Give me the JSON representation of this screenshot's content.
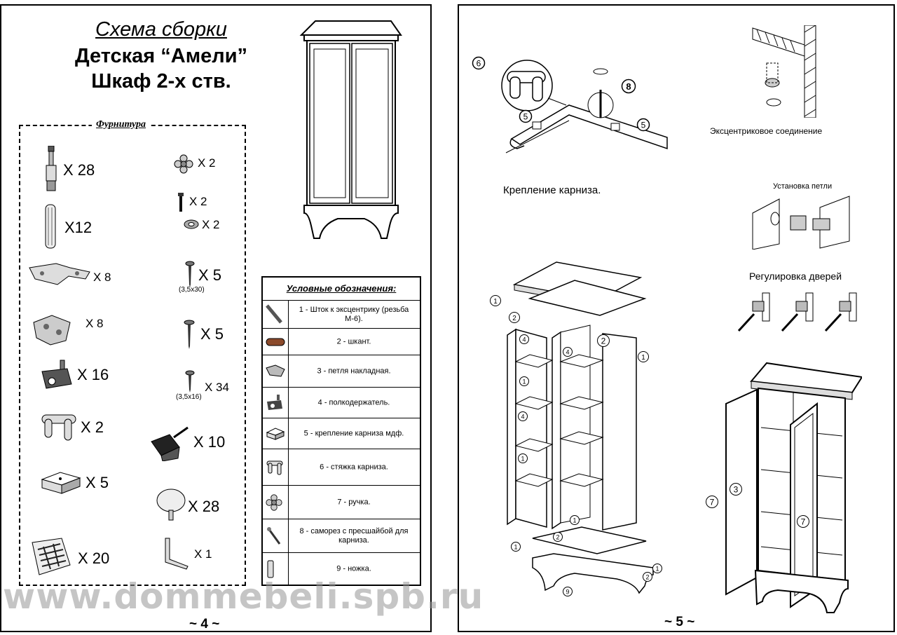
{
  "left_page": {
    "title_italic": "Схема сборки",
    "title_line2": "Детская “Амели”",
    "title_line3": "Шкаф 2-х ств.",
    "fittings_title": "Фурнитура",
    "fittings": [
      {
        "icon": "eccentric-stem-icon",
        "qty": "X 28"
      },
      {
        "icon": "dowel-icon",
        "qty": "X12"
      },
      {
        "icon": "overlay-hinge-icon",
        "qty": "X 8"
      },
      {
        "icon": "hinge-plate-icon",
        "qty": "X 8"
      },
      {
        "icon": "shelf-support-icon",
        "qty": "X 16"
      },
      {
        "icon": "cornice-tie-icon",
        "qty": "X 2"
      },
      {
        "icon": "cornice-mount-icon",
        "qty": "X 5"
      },
      {
        "icon": "screw-bag-icon",
        "qty": "X 20"
      },
      {
        "icon": "knob-icon",
        "qty": "X 2"
      },
      {
        "icon": "bolt-icon",
        "qty": "X 2"
      },
      {
        "icon": "washer-icon",
        "qty": "X 2"
      },
      {
        "icon": "screw-icon",
        "qty": "X 5",
        "dim": "(3,5x30)"
      },
      {
        "icon": "screw-icon",
        "qty": "X  5"
      },
      {
        "icon": "screw-icon",
        "qty": "X 34",
        "dim": "(3,5x16)"
      },
      {
        "icon": "corner-bracket-icon",
        "qty": "X 10"
      },
      {
        "icon": "foot-icon",
        "qty": "X 28"
      },
      {
        "icon": "hex-key-icon",
        "qty": "X 1"
      }
    ],
    "legend_title": "Условные обозначения:",
    "legend": [
      {
        "icon": "eccentric-stem-icon",
        "text": "1 - Шток к эксцентрику (резьба М-6)."
      },
      {
        "icon": "dowel-icon",
        "text": "2 - шкант."
      },
      {
        "icon": "overlay-hinge-icon",
        "text": "3 - петля накладная."
      },
      {
        "icon": "shelf-support-icon",
        "text": "4 - полкодержатель."
      },
      {
        "icon": "cornice-mount-icon",
        "text": "5 - крепление карниза мдф."
      },
      {
        "icon": "cornice-tie-icon",
        "text": "6 - стяжка карниза."
      },
      {
        "icon": "knob-icon",
        "text": "7 - ручка."
      },
      {
        "icon": "screw-icon",
        "text": "8 - саморез  с пресшайбой для карниза."
      },
      {
        "icon": "foot-icon",
        "text": "9 - ножка."
      }
    ],
    "page_number": "~ 4 ~"
  },
  "right_page": {
    "captions": {
      "cornice": "Крепление карниза.",
      "eccentric": "Эксцентриковое соединение",
      "hinge": "Установка петли",
      "doors": "Регулировка дверей"
    },
    "callouts": [
      "1",
      "2",
      "3",
      "4",
      "5",
      "6",
      "7",
      "8",
      "9"
    ],
    "page_number": "~ 5 ~"
  },
  "watermark": "www.dommebeli.spb.ru"
}
